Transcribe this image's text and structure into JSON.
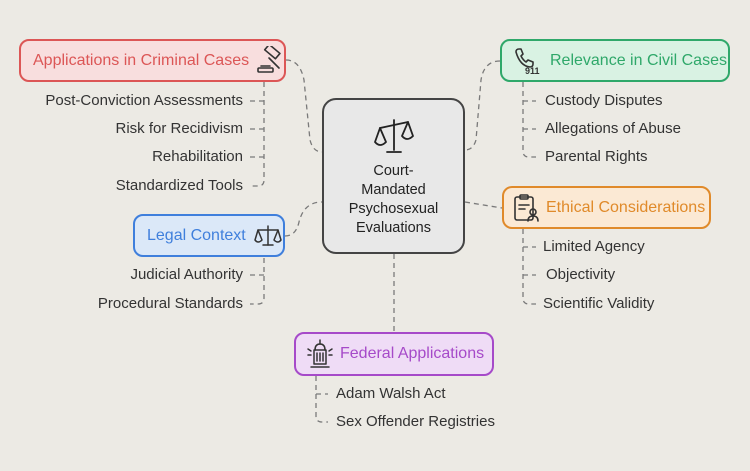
{
  "central": {
    "title_lines": [
      "Court-",
      "Mandated",
      "Psychosexual",
      "Evaluations"
    ],
    "icon": "scales-icon"
  },
  "branches": {
    "criminal": {
      "title": "Applications in Criminal Cases",
      "icon": "gavel-icon",
      "color": "#dc5656",
      "fill": "#f8dede",
      "items": [
        "Post-Conviction Assessments",
        "Risk for Recidivism",
        "Rehabilitation",
        "Standardized Tools"
      ]
    },
    "legal": {
      "title": "Legal Context",
      "icon": "scales-icon",
      "color": "#3f7fdc",
      "fill": "#dbe8f8",
      "items": [
        "Judicial Authority",
        "Procedural Standards"
      ]
    },
    "civil": {
      "title": "Relevance in Civil Cases",
      "icon": "phone-911-icon",
      "color": "#2fa86a",
      "fill": "#d9f2e3",
      "items": [
        "Custody Disputes",
        "Allegations of Abuse",
        "Parental Rights"
      ]
    },
    "ethical": {
      "title": "Ethical Considerations",
      "icon": "clipboard-person-icon",
      "color": "#e08a2a",
      "fill": "#fbe9d4",
      "items": [
        "Limited Agency",
        "Objectivity",
        "Scientific Validity"
      ]
    },
    "federal": {
      "title": "Federal Applications",
      "icon": "capitol-building-icon",
      "color": "#a64ac9",
      "fill": "#efdcf6",
      "items": [
        "Adam Walsh Act",
        "Sex Offender Registries"
      ]
    }
  }
}
